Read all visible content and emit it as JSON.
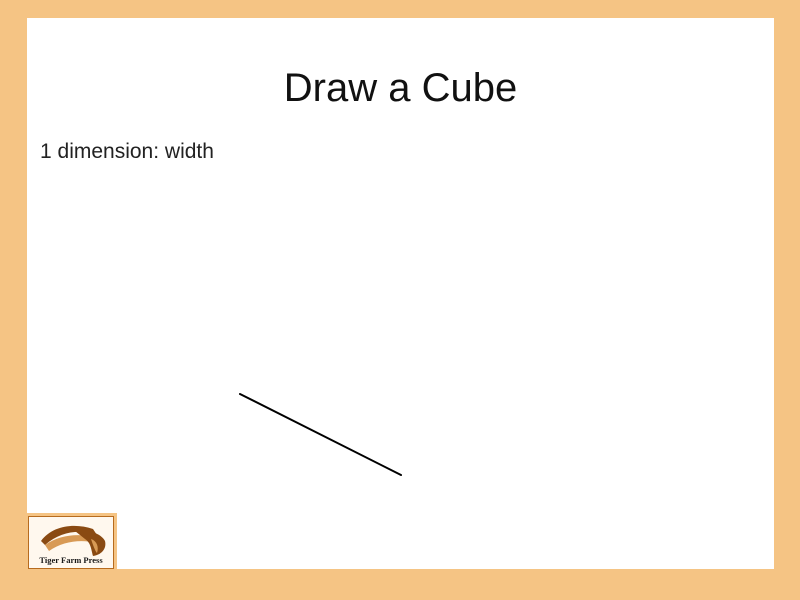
{
  "slide": {
    "title": "Draw a Cube",
    "body": "1 dimension: width"
  },
  "logo": {
    "icon": "tiger-farm-press-logo-icon",
    "text": "Tiger Farm Press"
  },
  "colors": {
    "frame": "#f5c484",
    "slide_background": "#ffffff",
    "line": "#000000",
    "logo_brown": "#8a4a12",
    "logo_tan": "#d89a55"
  }
}
